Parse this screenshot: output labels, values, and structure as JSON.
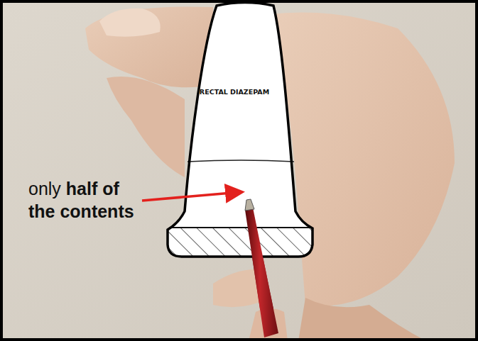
{
  "diagram": {
    "nodes": [
      {
        "text": [
          "RECTAL DIAZEPAM"
        ]
      }
    ],
    "labels": [
      "only",
      "half of the contents"
    ]
  }
}
